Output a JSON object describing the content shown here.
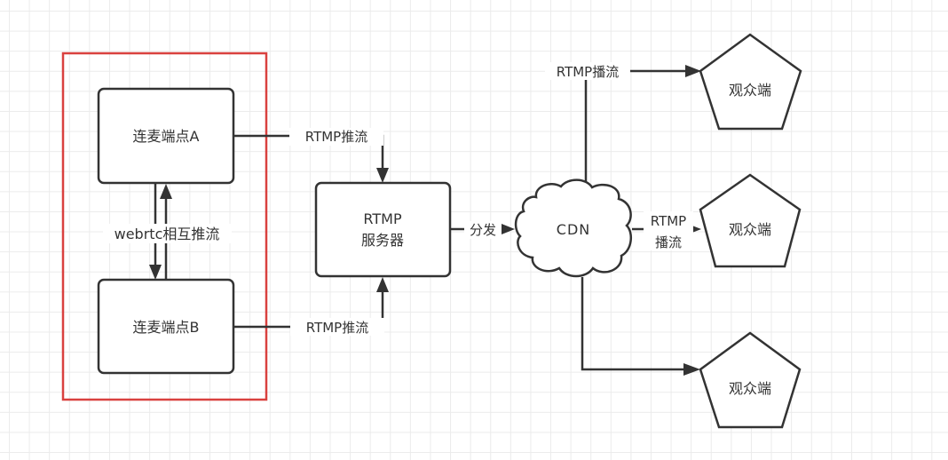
{
  "diagram": {
    "type": "flowchart",
    "colors": {
      "stroke": "#333333",
      "group_border": "#d9413f",
      "grid": "#ebebeb",
      "background": "#ffffff"
    },
    "group": {
      "name": "mic-link-group",
      "contains": [
        "node_a",
        "node_b"
      ]
    },
    "nodes": {
      "node_a": {
        "label": "连麦端点A",
        "shape": "rounded-rect"
      },
      "node_b": {
        "label": "连麦端点B",
        "shape": "rounded-rect"
      },
      "rtmp_server": {
        "label_line1": "RTMP",
        "label_line2": "服务器",
        "shape": "rounded-rect"
      },
      "cdn": {
        "label": "CDN",
        "shape": "cloud"
      },
      "viewer_1": {
        "label": "观众端",
        "shape": "pentagon"
      },
      "viewer_2": {
        "label": "观众端",
        "shape": "pentagon"
      },
      "viewer_3": {
        "label": "观众端",
        "shape": "pentagon"
      }
    },
    "edges": {
      "webrtc": {
        "from": "node_a",
        "to": "node_b",
        "bidirectional": true,
        "label": "webrtc相互推流"
      },
      "a_to_server": {
        "from": "node_a",
        "to": "rtmp_server",
        "label": "RTMP推流"
      },
      "b_to_server": {
        "from": "node_b",
        "to": "rtmp_server",
        "label": "RTMP推流"
      },
      "server_to_cdn": {
        "from": "rtmp_server",
        "to": "cdn",
        "label": "分发"
      },
      "cdn_to_viewer_1": {
        "from": "cdn",
        "to": "viewer_1",
        "label": "RTMP播流"
      },
      "cdn_to_viewer_2": {
        "from": "cdn",
        "to": "viewer_2",
        "label_line1": "RTMP",
        "label_line2": "播流"
      },
      "cdn_to_viewer_3": {
        "from": "cdn",
        "to": "viewer_3",
        "label": ""
      }
    }
  }
}
